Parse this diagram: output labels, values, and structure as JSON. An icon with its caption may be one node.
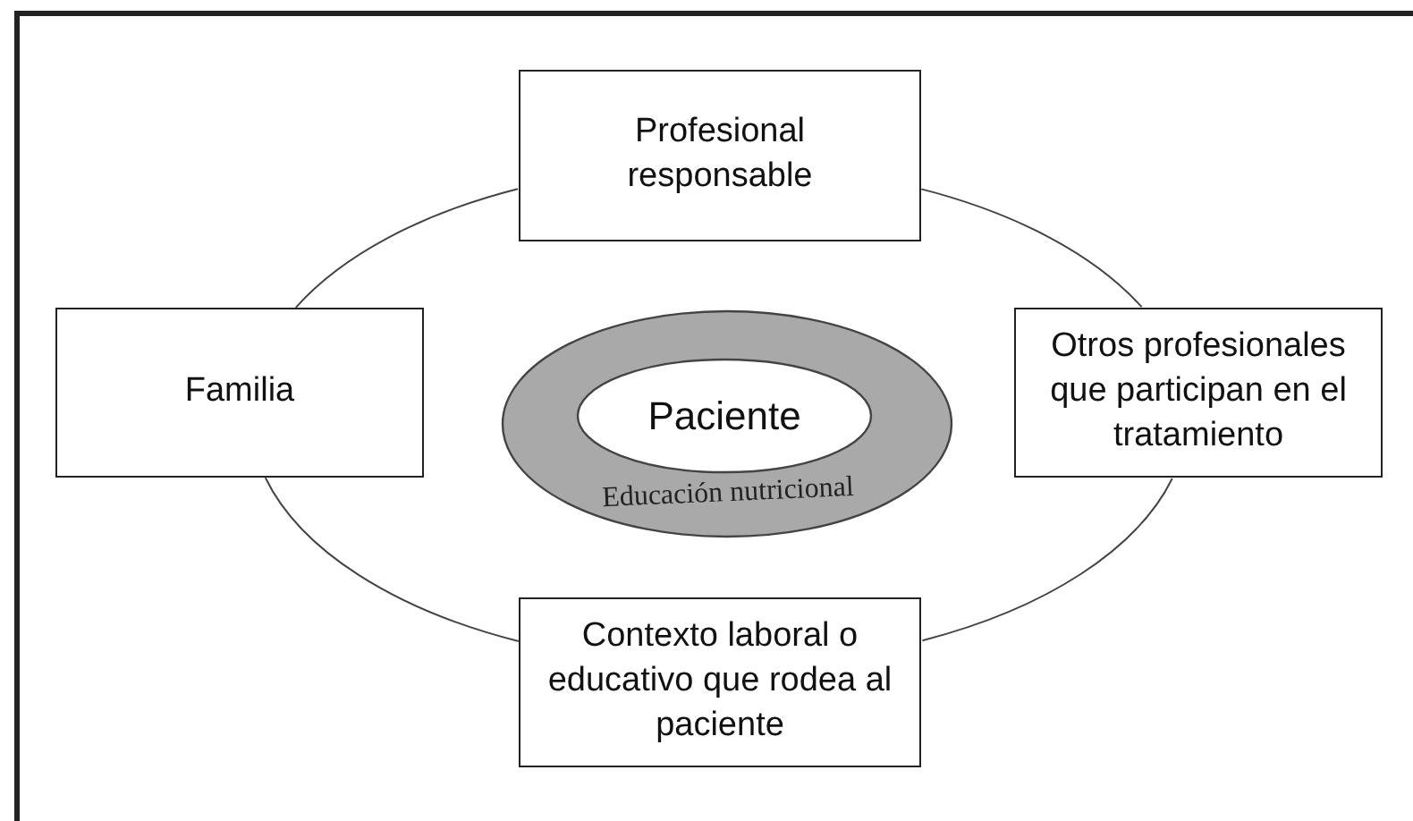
{
  "diagram": {
    "nodes": [
      {
        "text": [
          "Profesional responsable"
        ]
      },
      {
        "text": [
          "Familia"
        ]
      },
      {
        "text": [
          "Educación nutricional"
        ]
      },
      {
        "text": [
          "Paciente"
        ],
        "in": 2
      },
      {
        "text": [
          "Otros profesionales que participan en el tratamiento"
        ]
      },
      {
        "text": [
          "Contexto laboral o educativo que rodea al paciente"
        ]
      }
    ],
    "edges": [
      {
        "from": 0,
        "to": 4,
        "arrow": "none"
      },
      {
        "from": 4,
        "to": 5,
        "arrow": "none"
      },
      {
        "from": 5,
        "to": 1,
        "arrow": "none"
      },
      {
        "from": 1,
        "to": 0,
        "arrow": "none"
      }
    ]
  }
}
